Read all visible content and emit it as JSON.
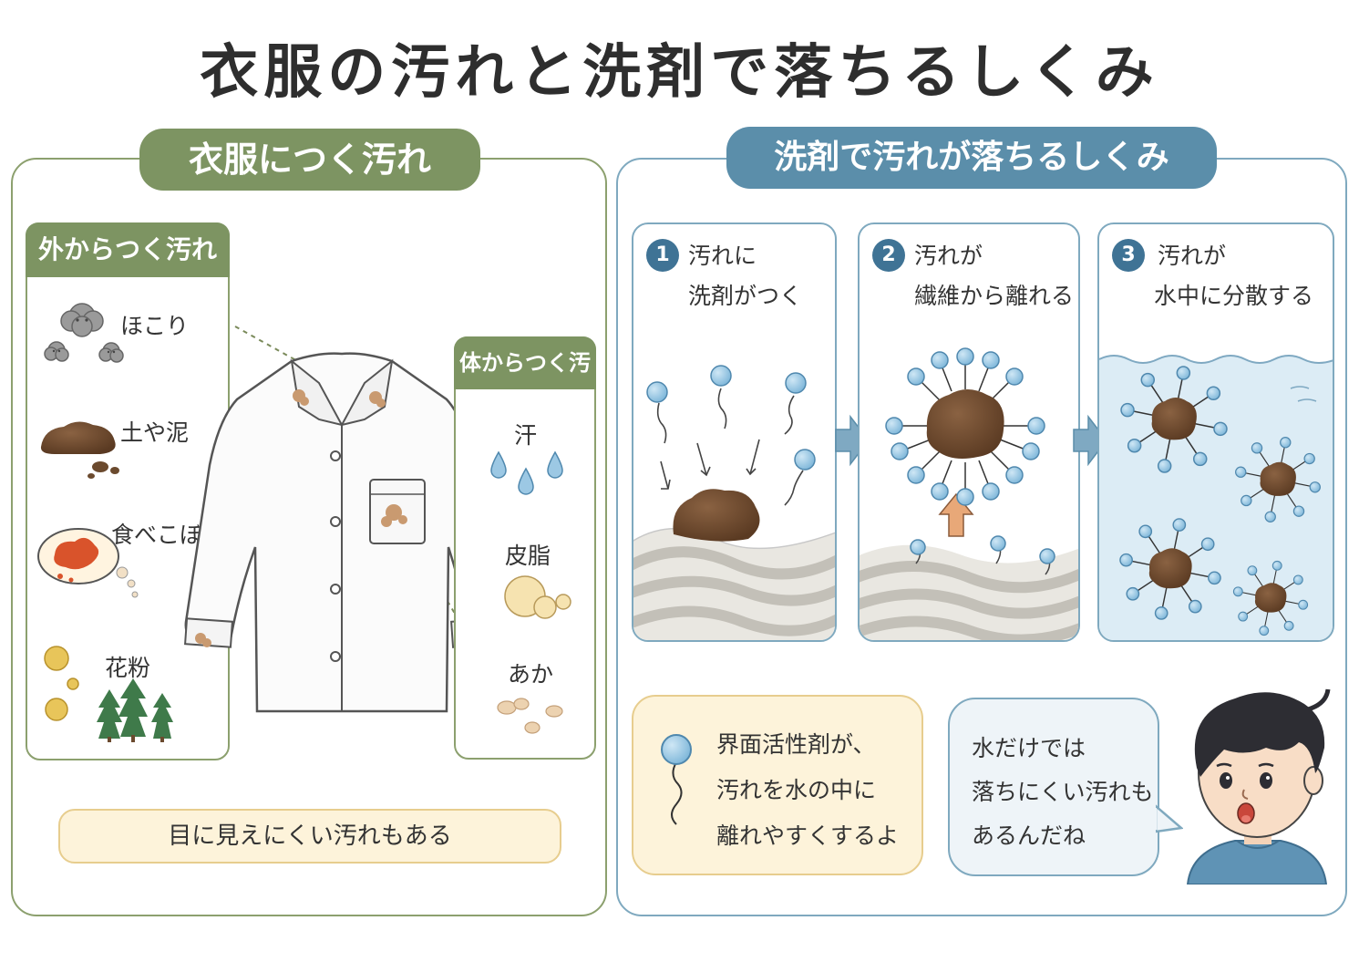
{
  "title": "衣服の汚れと洗剤で落ちるしくみ",
  "left": {
    "header": "衣服につく汚れ",
    "outside": {
      "header": "外からつく汚れ",
      "items": [
        "ほこり",
        "土や泥",
        "食べこぼし",
        "花粉"
      ]
    },
    "body": {
      "header": "体からつく汚れ",
      "items": [
        "汗",
        "皮脂",
        "あか"
      ]
    },
    "note": "目に見えにくい汚れもある"
  },
  "right": {
    "header": "洗剤で汚れが落ちるしくみ",
    "steps": [
      {
        "num": "1",
        "line1": "汚れに",
        "line2": "洗剤がつく"
      },
      {
        "num": "2",
        "line1": "汚れが",
        "line2": "繊維から離れる"
      },
      {
        "num": "3",
        "line1": "汚れが",
        "line2": "水中に分散する"
      }
    ],
    "explain": [
      "界面活性剤が、",
      "汚れを水の中に",
      "離れやすくするよ"
    ],
    "speech": [
      "水だけでは",
      "落ちにくい汚れも",
      "あるんだね"
    ]
  },
  "colors": {
    "green": "#7d9462",
    "blue": "#5b8eaa",
    "dirt": "#6b4a2e",
    "water": "#dcecf5",
    "cream": "#fdf3da"
  }
}
